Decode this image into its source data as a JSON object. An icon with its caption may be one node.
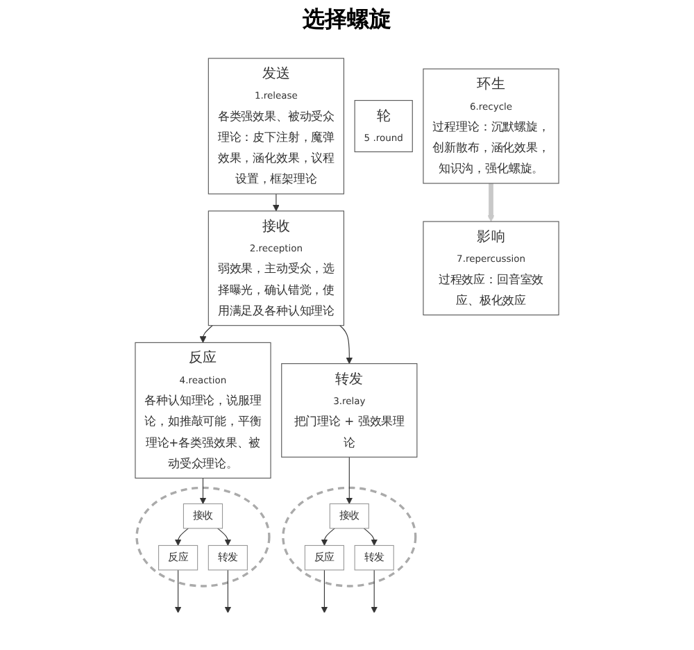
{
  "diagram": {
    "title": "选择螺旋",
    "nodes": [
      {
        "text": [
          "发送",
          "1.release",
          "各类强效果、被动受众理论：皮下注射，魔弹效果，涵化效果，议程设置，框架理论"
        ]
      },
      {
        "text": [
          "接收",
          "2.reception",
          "弱效果，主动受众，选择曝光，确认错觉，使用满足及各种认知理论"
        ]
      },
      {
        "text": [
          "转发",
          "3.relay",
          "把门理论 + 强效果理论"
        ]
      },
      {
        "text": [
          "反应",
          "4.reaction",
          "各种认知理论，说服理论，如推敲可能，平衡理论+各类强效果、被动受众理论。"
        ]
      },
      {
        "text": [
          "轮",
          "5 .round"
        ]
      },
      {
        "text": [
          "环生",
          "6.recycle",
          "过程理论：沉默螺旋，创新散布，涵化效果，知识沟，强化螺旋。"
        ]
      },
      {
        "text": [
          "影响",
          "7.repercussion",
          "过程效应：回音室效应、极化效应"
        ]
      },
      {
        "text": [],
        "shape": "circle"
      },
      {
        "text": [
          "接收"
        ],
        "in": 7
      },
      {
        "text": [
          "反应"
        ],
        "in": 7
      },
      {
        "text": [
          "转发"
        ],
        "in": 7
      },
      {
        "text": [],
        "shape": "circle"
      },
      {
        "text": [
          "接收"
        ],
        "in": 11
      },
      {
        "text": [
          "反应"
        ],
        "in": 11
      },
      {
        "text": [
          "转发"
        ],
        "in": 11
      }
    ],
    "edges": [
      {
        "from": 0,
        "to": 1,
        "arrow": "to"
      },
      {
        "from": 1,
        "to": 3,
        "arrow": "to"
      },
      {
        "from": 1,
        "to": 2,
        "arrow": "to"
      },
      {
        "from": 3,
        "to": 8,
        "arrow": "to"
      },
      {
        "from": 8,
        "to": 9,
        "arrow": "to"
      },
      {
        "from": 8,
        "to": 10,
        "arrow": "to"
      },
      {
        "from": 9,
        "to": null,
        "arrow": "to"
      },
      {
        "from": 10,
        "to": null,
        "arrow": "to"
      },
      {
        "from": 2,
        "to": 12,
        "arrow": "to"
      },
      {
        "from": 12,
        "to": 13,
        "arrow": "to"
      },
      {
        "from": 12,
        "to": 14,
        "arrow": "to"
      },
      {
        "from": 13,
        "to": null,
        "arrow": "to"
      },
      {
        "from": 14,
        "to": null,
        "arrow": "to"
      },
      {
        "from": 5,
        "to": 6,
        "arrow": "to",
        "style": "thick",
        "color": "#c8c8c8"
      }
    ]
  }
}
